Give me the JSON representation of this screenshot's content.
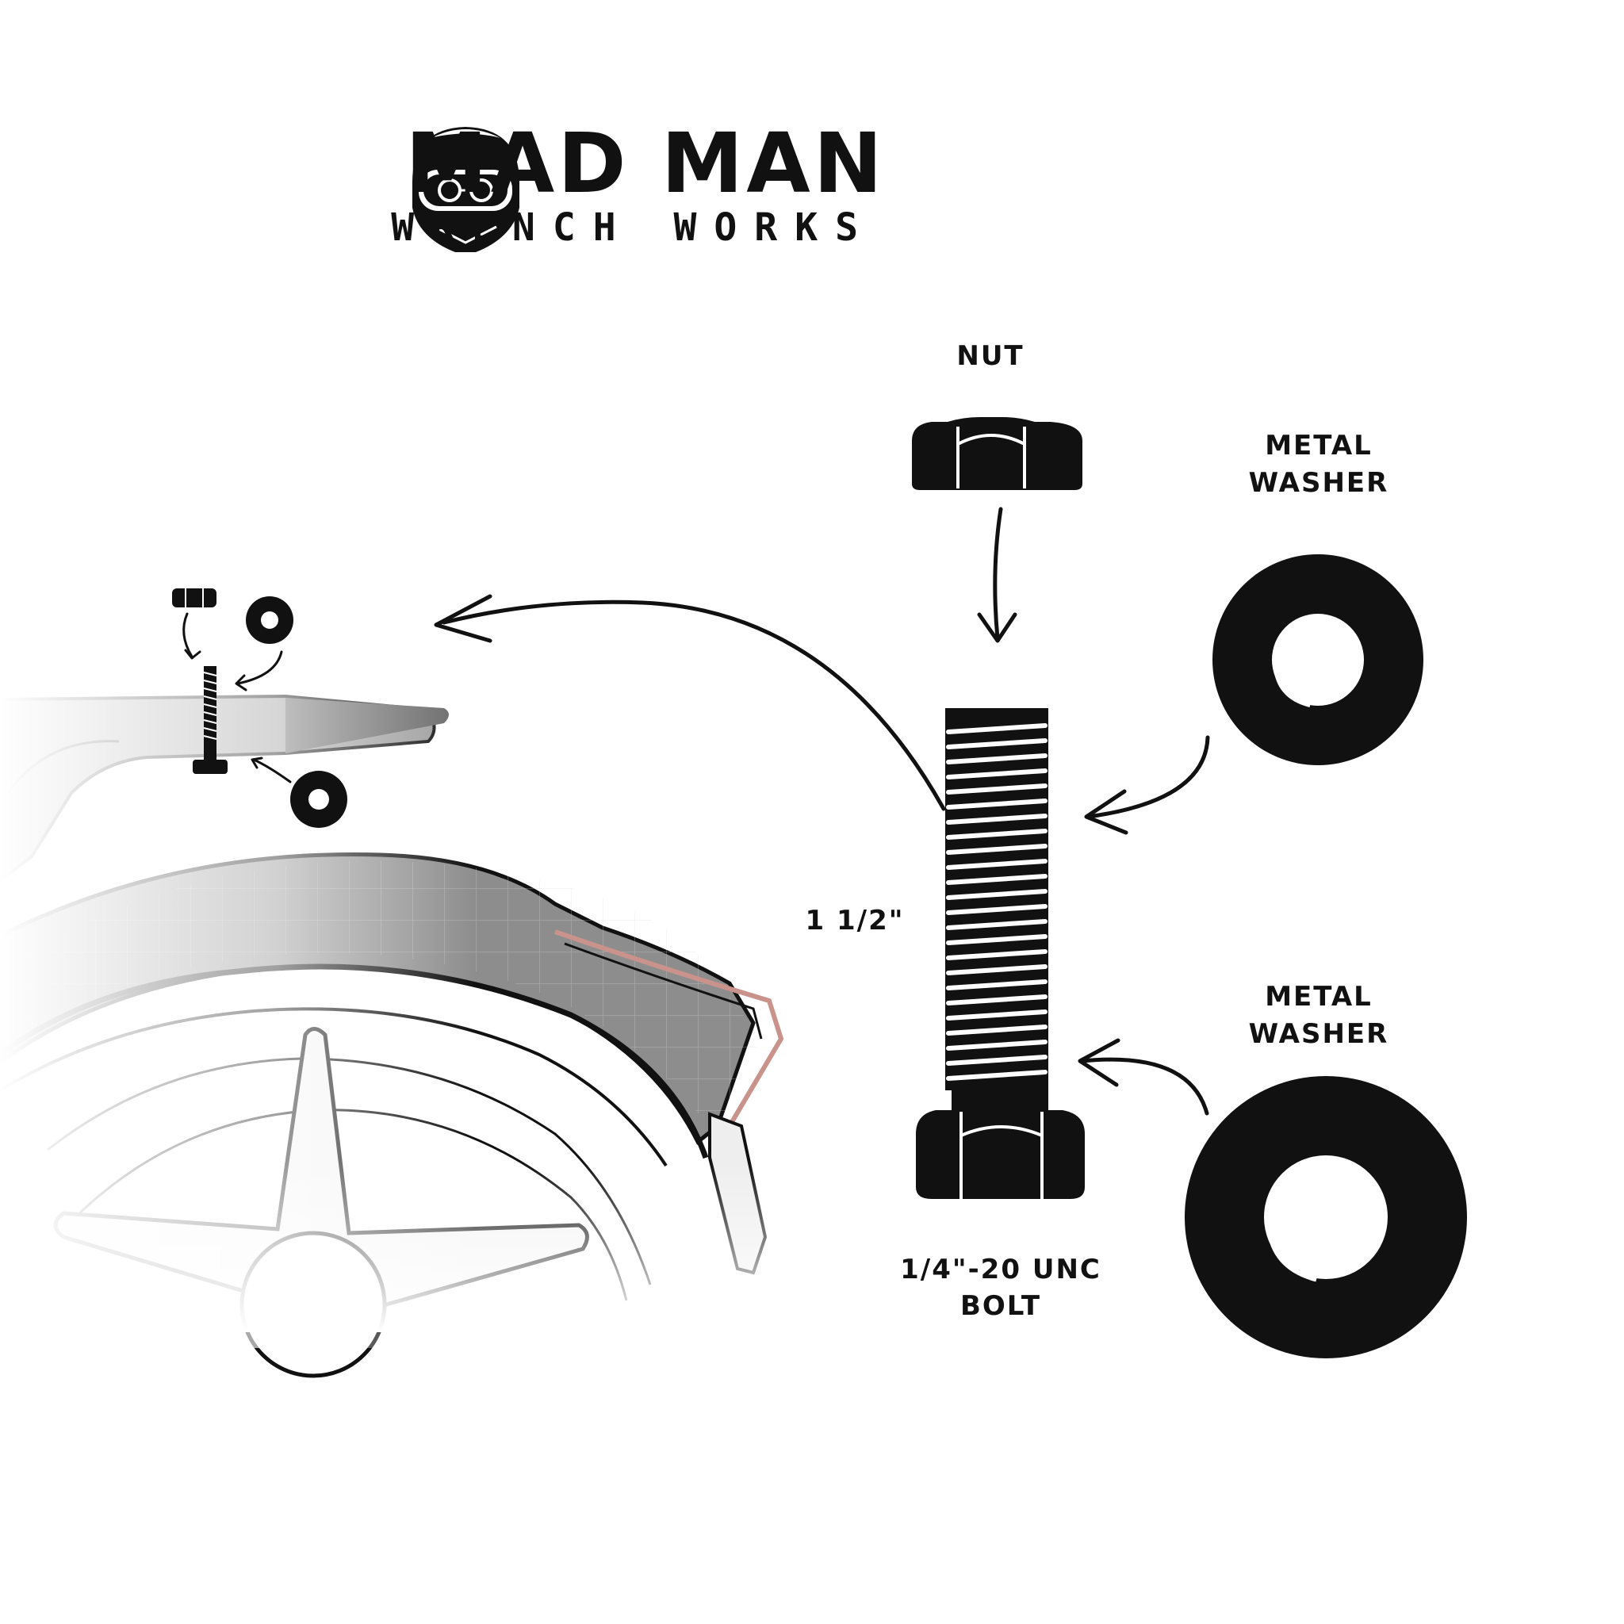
{
  "brand": {
    "name": "MAD MAN",
    "tagline": "WRENCH WORKS",
    "logo_icon": "helmet-with-glasses"
  },
  "parts": {
    "nut_label": "NUT",
    "washer_top_label_line1": "METAL",
    "washer_top_label_line2": "WASHER",
    "washer_bottom_label_line1": "METAL",
    "washer_bottom_label_line2": "WASHER",
    "bolt_length": "1 1/2\"",
    "bolt_spec_line1": "1/4\"-20 UNC",
    "bolt_spec_line2": "BOLT"
  },
  "colors": {
    "ink": "#111111",
    "accent": "#c9938c"
  }
}
